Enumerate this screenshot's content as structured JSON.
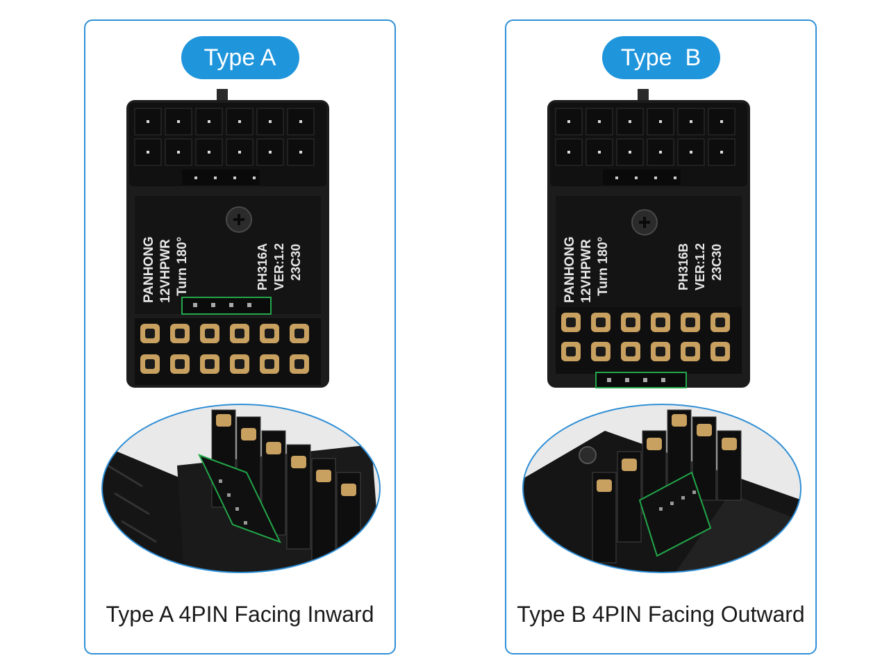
{
  "colors": {
    "accent": "#1f95dc",
    "border": "#2f8fd6",
    "highlight": "#22a84a",
    "board": "#1b1b1b"
  },
  "panels": [
    {
      "title": "Type A",
      "caption": "Type A 4PIN Facing Inward",
      "silk_brand": "PANHONG",
      "silk_model": "12VHPWR",
      "silk_turn": "Turn 180°",
      "silk_part": "PH316A",
      "silk_ver": "VER:1.2",
      "silk_date": "23C30"
    },
    {
      "title": "Type  B",
      "caption": "Type B 4PIN Facing Outward",
      "silk_brand": "PANHONG",
      "silk_model": "12VHPWR",
      "silk_turn": "Turn 180°",
      "silk_part": "PH316B",
      "silk_ver": "VER:1.2",
      "silk_date": "23C30"
    }
  ]
}
